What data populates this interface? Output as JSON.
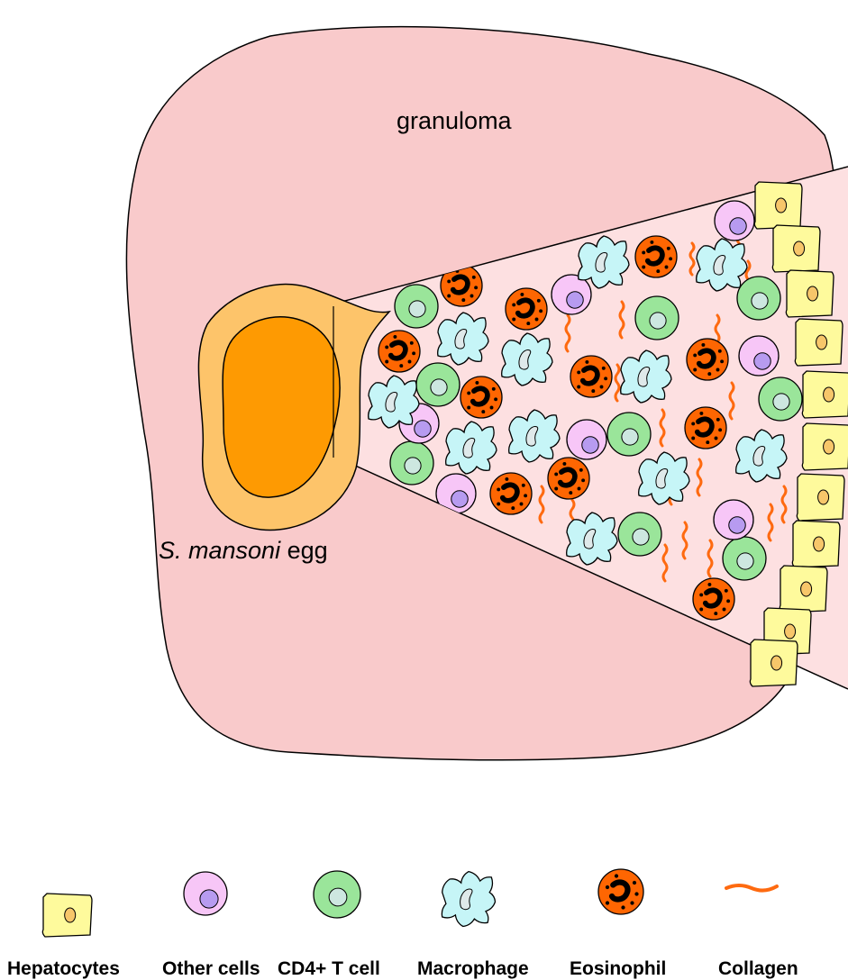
{
  "diagram": {
    "title": "granuloma",
    "egg_label_italic": "S. mansoni",
    "egg_label_rest": " egg",
    "colors": {
      "granuloma_fill": "#f9cacb",
      "egg_outer": "#fdc46a",
      "egg_inner": "#fe9a02",
      "wedge_fill": "#fde0e1",
      "hepatocyte": "#fefa9c",
      "other_cell": "#f7c6f7",
      "cd4_t_cell": "#9ae59a",
      "macrophage": "#c6f5f7",
      "eosinophil": "#fe6602",
      "collagen": "#fe6a10"
    }
  },
  "legend": [
    {
      "label": "Hepatocytes",
      "icon": "hepatocyte-icon"
    },
    {
      "label": "Other cells",
      "icon": "other-cell-icon"
    },
    {
      "label": "CD4+ T cell",
      "icon": "cd4-t-cell-icon"
    },
    {
      "label": "Macrophage",
      "icon": "macrophage-icon"
    },
    {
      "label": "Eosinophil",
      "icon": "eosinophil-icon"
    },
    {
      "label": "Collagen",
      "icon": "collagen-icon"
    }
  ]
}
